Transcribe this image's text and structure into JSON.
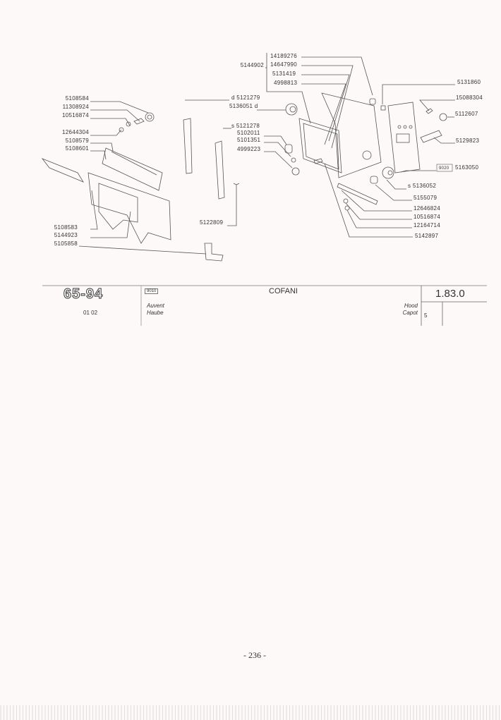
{
  "diagram": {
    "left_labels": [
      "5108584",
      "11308924",
      "10516874",
      "12644304",
      "5108579",
      "5108601",
      "5108583",
      "5144923",
      "5105858"
    ],
    "middle_labels": [
      "5144902",
      "d 5121279",
      "5136051 d",
      "s 5121278",
      "5102011",
      "5101351",
      "4999223",
      "5122809"
    ],
    "top_labels": [
      "14189276",
      "14647990",
      "5131419",
      "4998813"
    ],
    "right_labels": [
      "5131860",
      "15088304",
      "5112607",
      "5129823",
      "5163050",
      "s 5136052",
      "5155079",
      "12646824",
      "10516874",
      "12164714",
      "5142897"
    ],
    "color_code_box": "9020"
  },
  "footer": {
    "model_logo": "65-94",
    "model_date": "01 02",
    "group_box": "9010",
    "title": "COFANI",
    "title_fr": "Auvent",
    "title_de": "Haube",
    "title_en": "Hood",
    "title_es": "Capot",
    "table_number": "1.83.0",
    "sheet": "5"
  },
  "page_number": "- 236 -"
}
